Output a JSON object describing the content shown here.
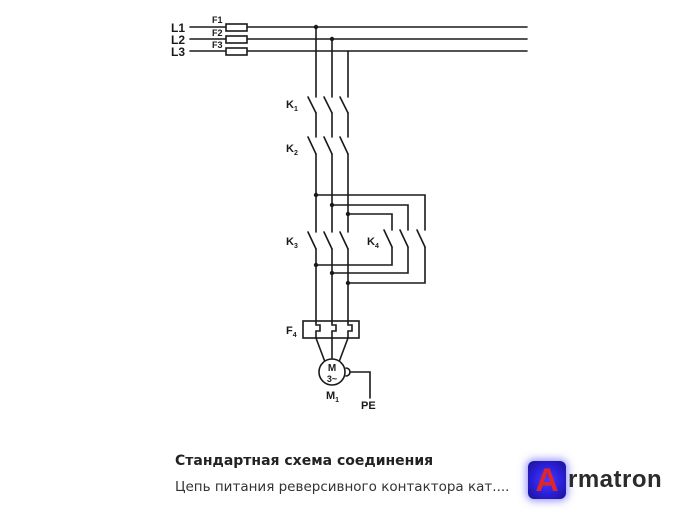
{
  "diagram": {
    "phases": [
      "L1",
      "L2",
      "L3"
    ],
    "fuses": [
      "F1",
      "F2",
      "F3"
    ],
    "contactors": {
      "k1": {
        "letter": "K",
        "index": "1"
      },
      "k2": {
        "letter": "K",
        "index": "2"
      },
      "k3": {
        "letter": "K",
        "index": "3"
      },
      "k4": {
        "letter": "K",
        "index": "4"
      }
    },
    "relay": {
      "letter": "F",
      "index": "4"
    },
    "motor": {
      "symbol": "M",
      "phase": "3~",
      "letter": "M",
      "index": "1"
    },
    "earth": "PE"
  },
  "caption": {
    "title": "Стандартная схема соединения",
    "subtitle": "Цепь питания реверсивного контактора кат...."
  },
  "logo": {
    "initial": "A",
    "rest": "rmatron"
  }
}
